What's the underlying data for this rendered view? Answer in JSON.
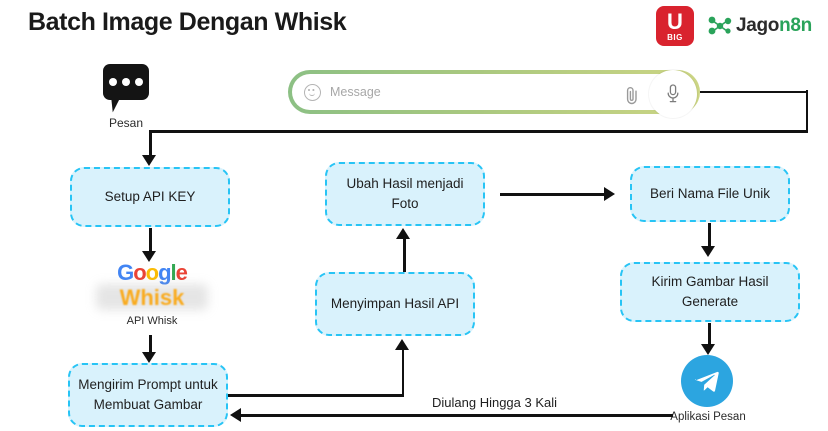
{
  "header": {
    "title": "Batch Image Dengan Whisk",
    "logos": {
      "ubig_letter": "U",
      "ubig_sub": "BIG",
      "jagon_prefix": "Jago",
      "jagon_suffix": "n8n"
    }
  },
  "message_source": {
    "label": "Pesan",
    "icon": "chat-bubble-icon"
  },
  "message_bar": {
    "placeholder": "Message",
    "emoji_icon": "smiley-icon",
    "attach_icon": "paperclip-icon",
    "mic_icon": "microphone-icon",
    "gradient_from": "#8cc084",
    "gradient_to": "#ccd584"
  },
  "flow": {
    "box_fill": "#d9f2fc",
    "box_border": "#27c4f5",
    "nodes": [
      {
        "id": "setup-api-key",
        "label": "Setup API KEY"
      },
      {
        "id": "mengirim-prompt",
        "label": "Mengirim Prompt untuk Membuat Gambar"
      },
      {
        "id": "menyimpan-hasil",
        "label": "Menyimpan Hasil API"
      },
      {
        "id": "ubah-hasil",
        "label": "Ubah Hasil menjadi Foto"
      },
      {
        "id": "beri-nama",
        "label": "Beri Nama File Unik"
      },
      {
        "id": "kirim-gambar",
        "label": "Kirim Gambar Hasil Generate"
      }
    ],
    "loop_label": "Diulang Hingga 3 Kali"
  },
  "whisk": {
    "google_letters": [
      "G",
      "o",
      "o",
      "g",
      "l",
      "e"
    ],
    "product": "Whisk",
    "caption": "API Whisk"
  },
  "telegram": {
    "label": "Aplikasi Pesan",
    "color": "#2ca5e0"
  }
}
